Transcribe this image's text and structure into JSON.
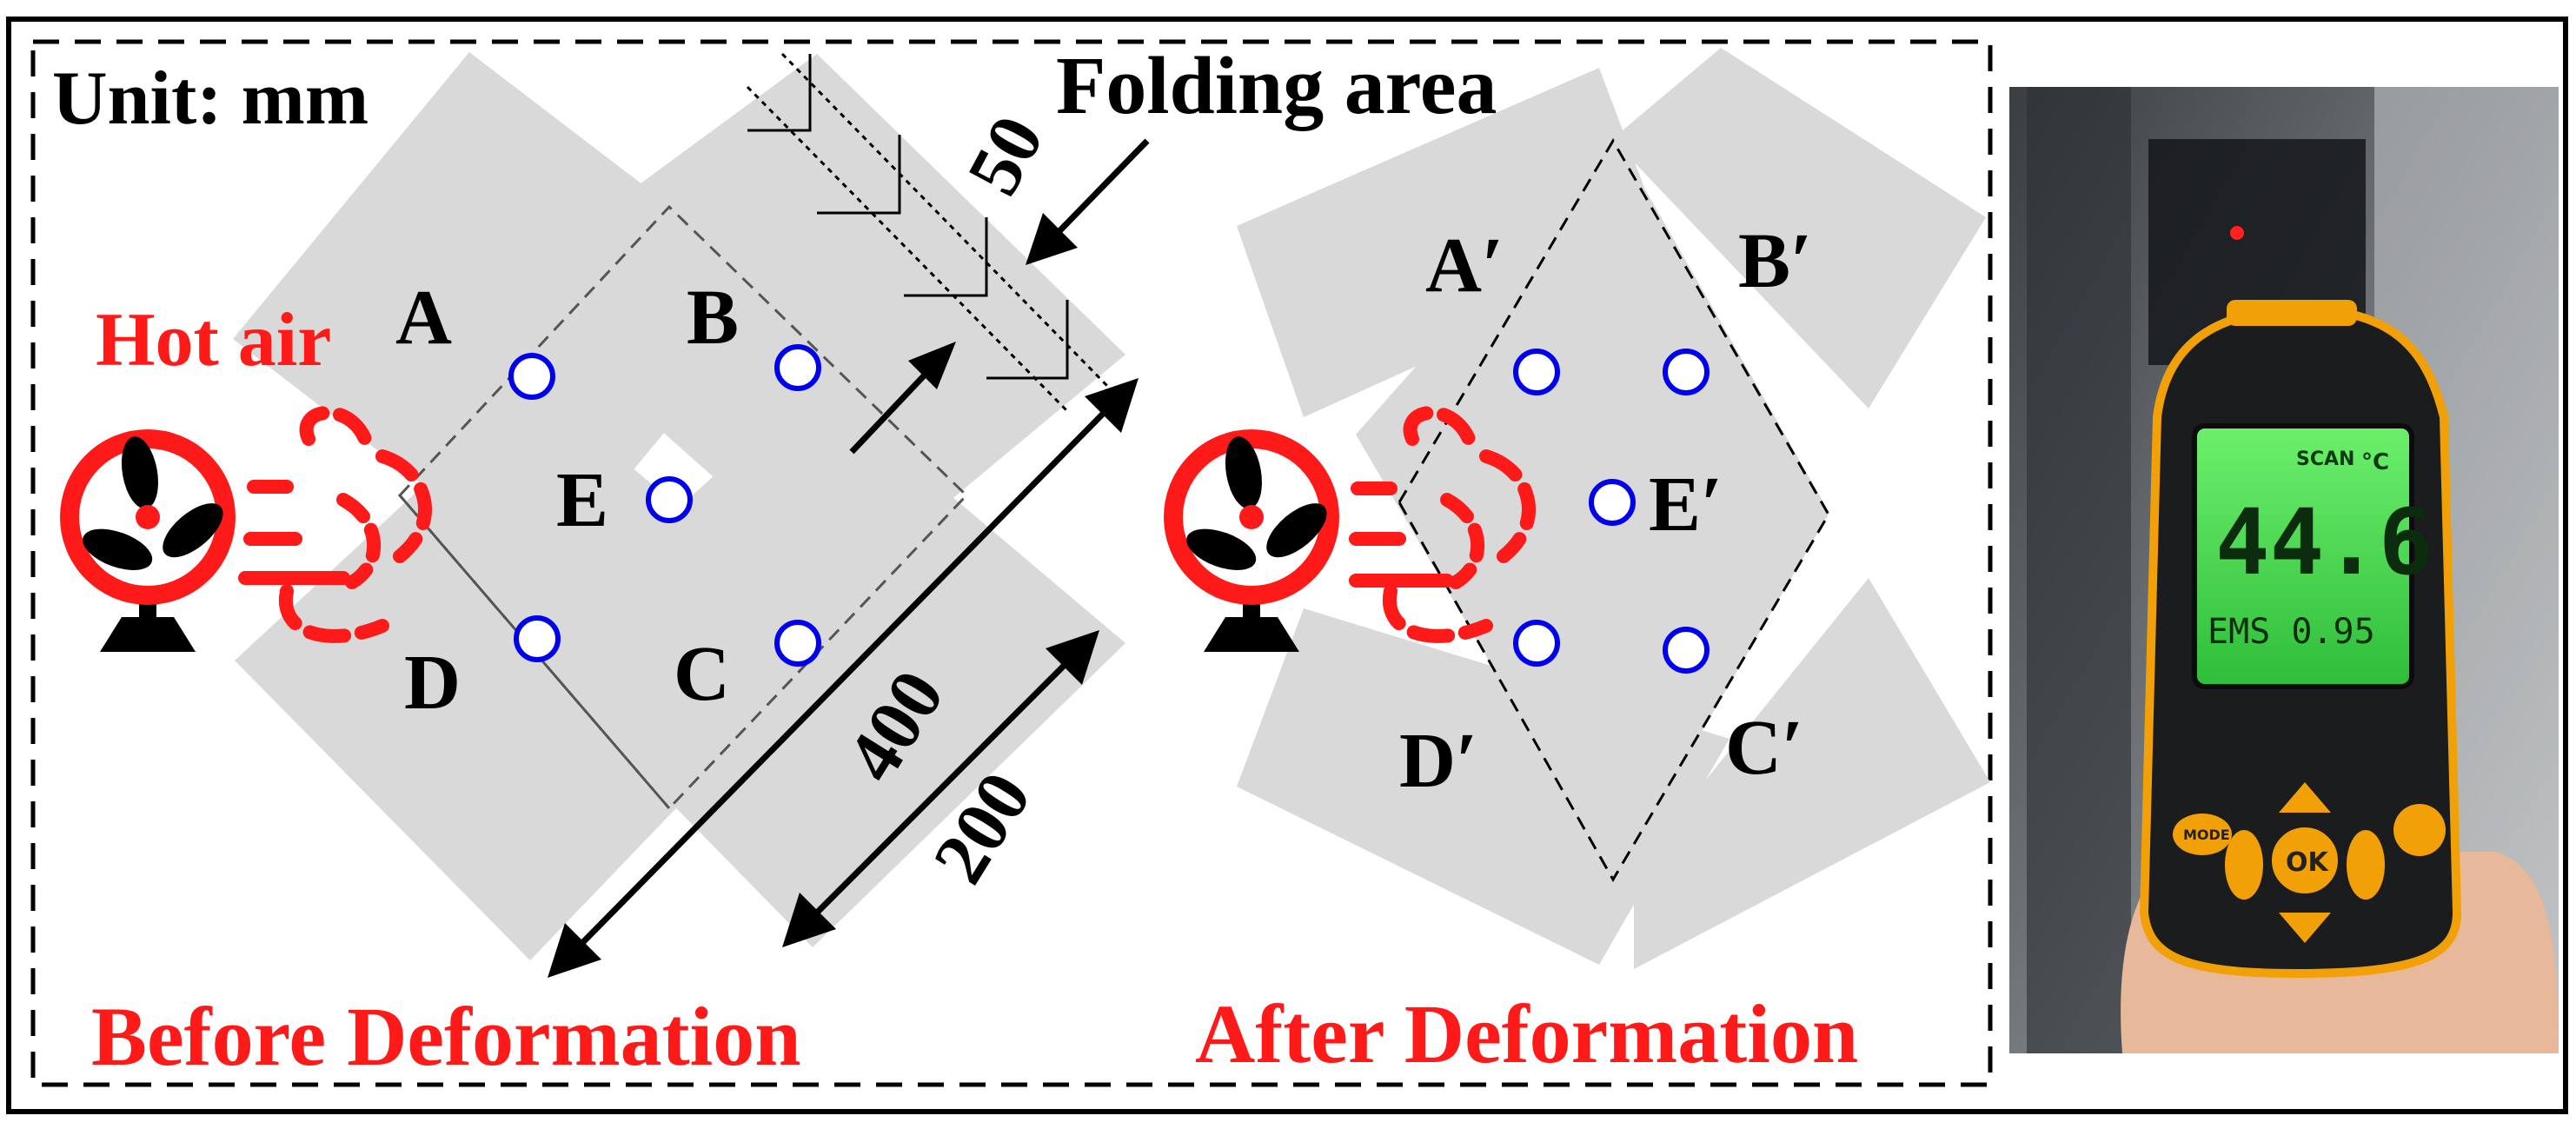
{
  "labels": {
    "unit": "Unit: mm",
    "folding_area": "Folding area",
    "hot_air": "Hot air",
    "before": "Before Deformation",
    "after": "After Deformation"
  },
  "dimensions": {
    "fold_width": "50",
    "length": "400",
    "width": "200"
  },
  "points_before": {
    "A": "A",
    "B": "B",
    "C": "C",
    "D": "D",
    "E": "E"
  },
  "points_after": {
    "A": "A′",
    "B": "B′",
    "C": "C′",
    "D": "D′",
    "E": "E′"
  },
  "thermometer": {
    "reading": "44.6",
    "unit": "°C",
    "mode": "SCAN",
    "emissivity": "EMS 0.95",
    "button_ok": "OK",
    "button_mode": "MODE"
  },
  "colors": {
    "sheet": "#d9d9d9",
    "accent": "#ff1a1a",
    "marker": "#0000ee",
    "display": "#46e046"
  },
  "icons": [
    "fan-icon",
    "hot-air-wave-icon",
    "arrow-icon",
    "measure-point-marker"
  ]
}
